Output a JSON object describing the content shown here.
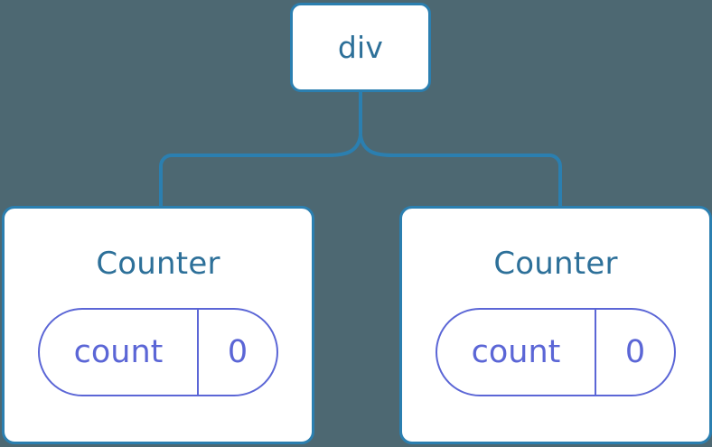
{
  "diagram": {
    "type": "component-tree",
    "background_color": "#4d6872",
    "node_border_color": "#2b7fb0",
    "node_fill_color": "#ffffff",
    "node_label_color": "#2d7099",
    "state_color": "#5b66d6",
    "connector_color": "#2b7fb0"
  },
  "root": {
    "label": "div"
  },
  "children": [
    {
      "label": "Counter",
      "state": {
        "key": "count",
        "value": "0"
      }
    },
    {
      "label": "Counter",
      "state": {
        "key": "count",
        "value": "0"
      }
    }
  ]
}
